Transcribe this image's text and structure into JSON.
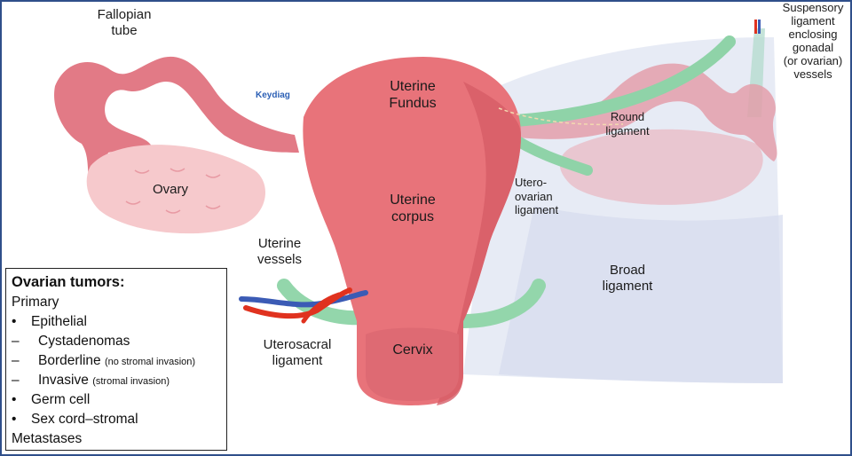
{
  "labels": {
    "fallopian_tube": [
      "Fallopian",
      "tube"
    ],
    "ovary": "Ovary",
    "uterine_fundus": [
      "Uterine",
      "Fundus"
    ],
    "uterine_corpus": [
      "Uterine",
      "corpus"
    ],
    "cervix": "Cervix",
    "uterine_vessels": [
      "Uterine",
      "vessels"
    ],
    "uterosacral_ligament": [
      "Uterosacral",
      "ligament"
    ],
    "round_ligament": [
      "Round",
      "ligament"
    ],
    "utero_ovarian_ligament": [
      "Utero-",
      "ovarian",
      "ligament"
    ],
    "broad_ligament": [
      "Broad",
      "ligament"
    ],
    "suspensory_ligament": [
      "Suspensory",
      "ligament",
      "enclosing",
      "gonadal",
      "(or ovarian)",
      "vessels"
    ]
  },
  "logo": "Keydiag",
  "legend": {
    "title": "Ovarian tumors:",
    "items": [
      {
        "mark": "",
        "text": "Primary",
        "note": ""
      },
      {
        "mark": "•",
        "text": "Epithelial",
        "note": ""
      },
      {
        "mark": "–",
        "text": "Cystadenomas",
        "note": ""
      },
      {
        "mark": "–",
        "text": "Borderline",
        "note": "(no stromal invasion)"
      },
      {
        "mark": "–",
        "text": "Invasive",
        "note": "(stromal invasion)"
      },
      {
        "mark": "•",
        "text": "Germ cell",
        "note": ""
      },
      {
        "mark": "•",
        "text": "Sex cord–stromal",
        "note": ""
      },
      {
        "mark": "",
        "text": "Metastases",
        "note": ""
      }
    ]
  },
  "colors": {
    "uterus": "#e8737a",
    "uterus_dark": "#d65c66",
    "ovary": "#f6c9cc",
    "ligament_green": "#8fd3a8",
    "broad_ligament": "#dfe3f1",
    "artery": "#e0321f",
    "vein": "#3b5bb5",
    "frame": "#2f4f8a"
  }
}
